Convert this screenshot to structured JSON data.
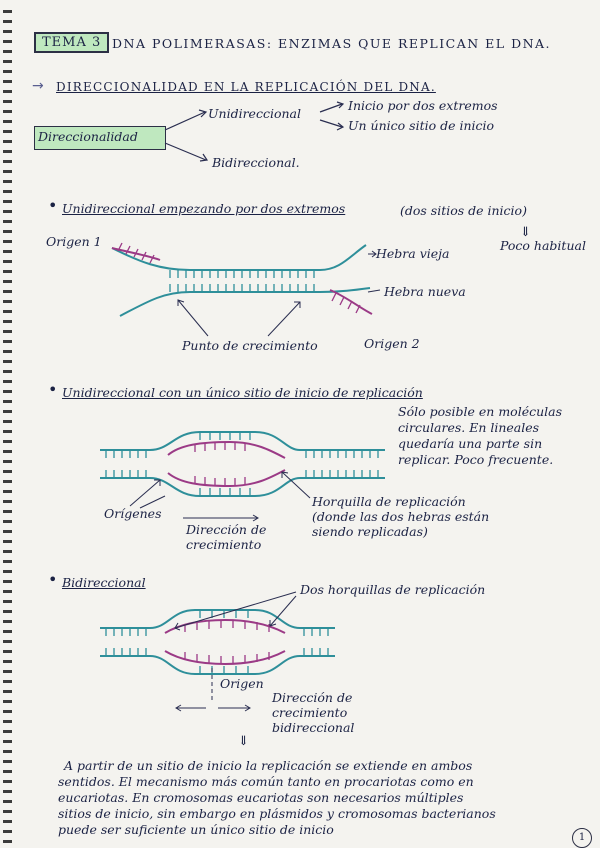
{
  "header": {
    "tema": "TEMA 3",
    "title": "DNA POLIMERASAS: ENZIMAS QUE REPLICAN EL DNA."
  },
  "section": {
    "heading": "DIRECCIONALIDAD EN LA REPLICACIÓN DEL DNA.",
    "concept": "Direccionalidad",
    "branch_uni": "Unidireccional",
    "branch_uni_sub": [
      "Inicio por dos extremos",
      "Un único sitio de inicio"
    ],
    "branch_bi": "Bidireccional."
  },
  "block1": {
    "heading": "Unidireccional empezando por dos extremos",
    "heading_note": "(dos sitios de inicio)",
    "side_note": "Poco habitual",
    "labels": {
      "origen1": "Origen 1",
      "hebra_vieja": "Hebra vieja",
      "hebra_nueva": "Hebra nueva",
      "punto": "Punto de crecimiento",
      "origen2": "Origen 2"
    }
  },
  "block2": {
    "heading": "Unidireccional con un único sitio de inicio de replicación",
    "note": [
      "Sólo posible en moléculas",
      "circulares. En lineales",
      "quedaría una parte sin",
      "replicar. Poco frecuente."
    ],
    "labels": {
      "origenes": "Orígenes",
      "direccion": [
        "Dirección de",
        "crecimiento"
      ],
      "horquilla": [
        "Horquilla de replicación",
        "(donde las dos hebras están",
        "siendo replicadas)"
      ]
    }
  },
  "block3": {
    "heading": "Bidireccional",
    "labels": {
      "dos_horquillas": "Dos horquillas de replicación",
      "origen": "Origen",
      "direccion": [
        "Dirección de",
        "crecimiento",
        "bidireccional"
      ]
    }
  },
  "summary": [
    "A partir de un sitio de inicio la replicación se extiende en ambos",
    "sentidos. El mecanismo más común tanto en procariotas como en",
    "eucariotas. En cromosomas eucariotas son necesarios múltiples",
    "sitios de inicio, sin embargo en plásmidos y cromosomas bacterianos",
    "puede ser suficiente un único sitio de inicio"
  ],
  "page_number": "1",
  "colors": {
    "paper": "#f4f3ef",
    "ink": "#1b2244",
    "old_strand": "#2e8f9a",
    "new_strand": "#9b3a86",
    "highlight": "#bfe8bf"
  }
}
